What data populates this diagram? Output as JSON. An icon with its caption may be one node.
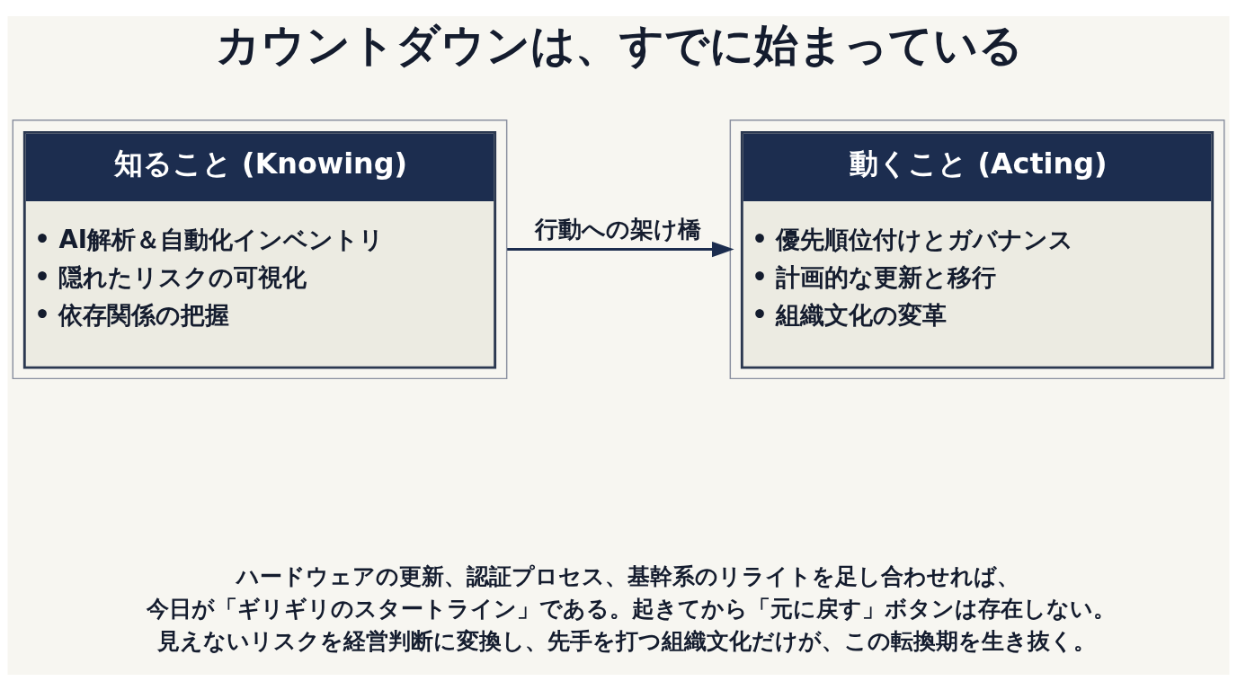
{
  "diagram": {
    "title": "カウントダウンは、すでに始まっている",
    "caption": "ハードウェアの更新、認証プロセス、基幹系のリライトを足し合わせれば、今日が「ギリギリのスタートライン」である。起きてから「元に戻す」ボタンは存在しない。見えないリスクを経営判断に変換し、先手を打つ組織文化だけが、この転換期を生き抜く。",
    "nodes": [
      {
        "text": [
          "知ること (Knowing)",
          "• AI解析＆自動化インベントリ",
          "• 隠れたリスクの可視化",
          "• 依存関係の把握"
        ]
      },
      {
        "text": [
          "動くこと (Acting)",
          "• 優先順位付けとガバナンス",
          "• 計画的な更新と移行",
          "• 組織文化の変革"
        ]
      }
    ],
    "edges": [
      {
        "from": 0,
        "to": 1,
        "arrow": "to",
        "label": "行動への架け橋"
      }
    ]
  }
}
